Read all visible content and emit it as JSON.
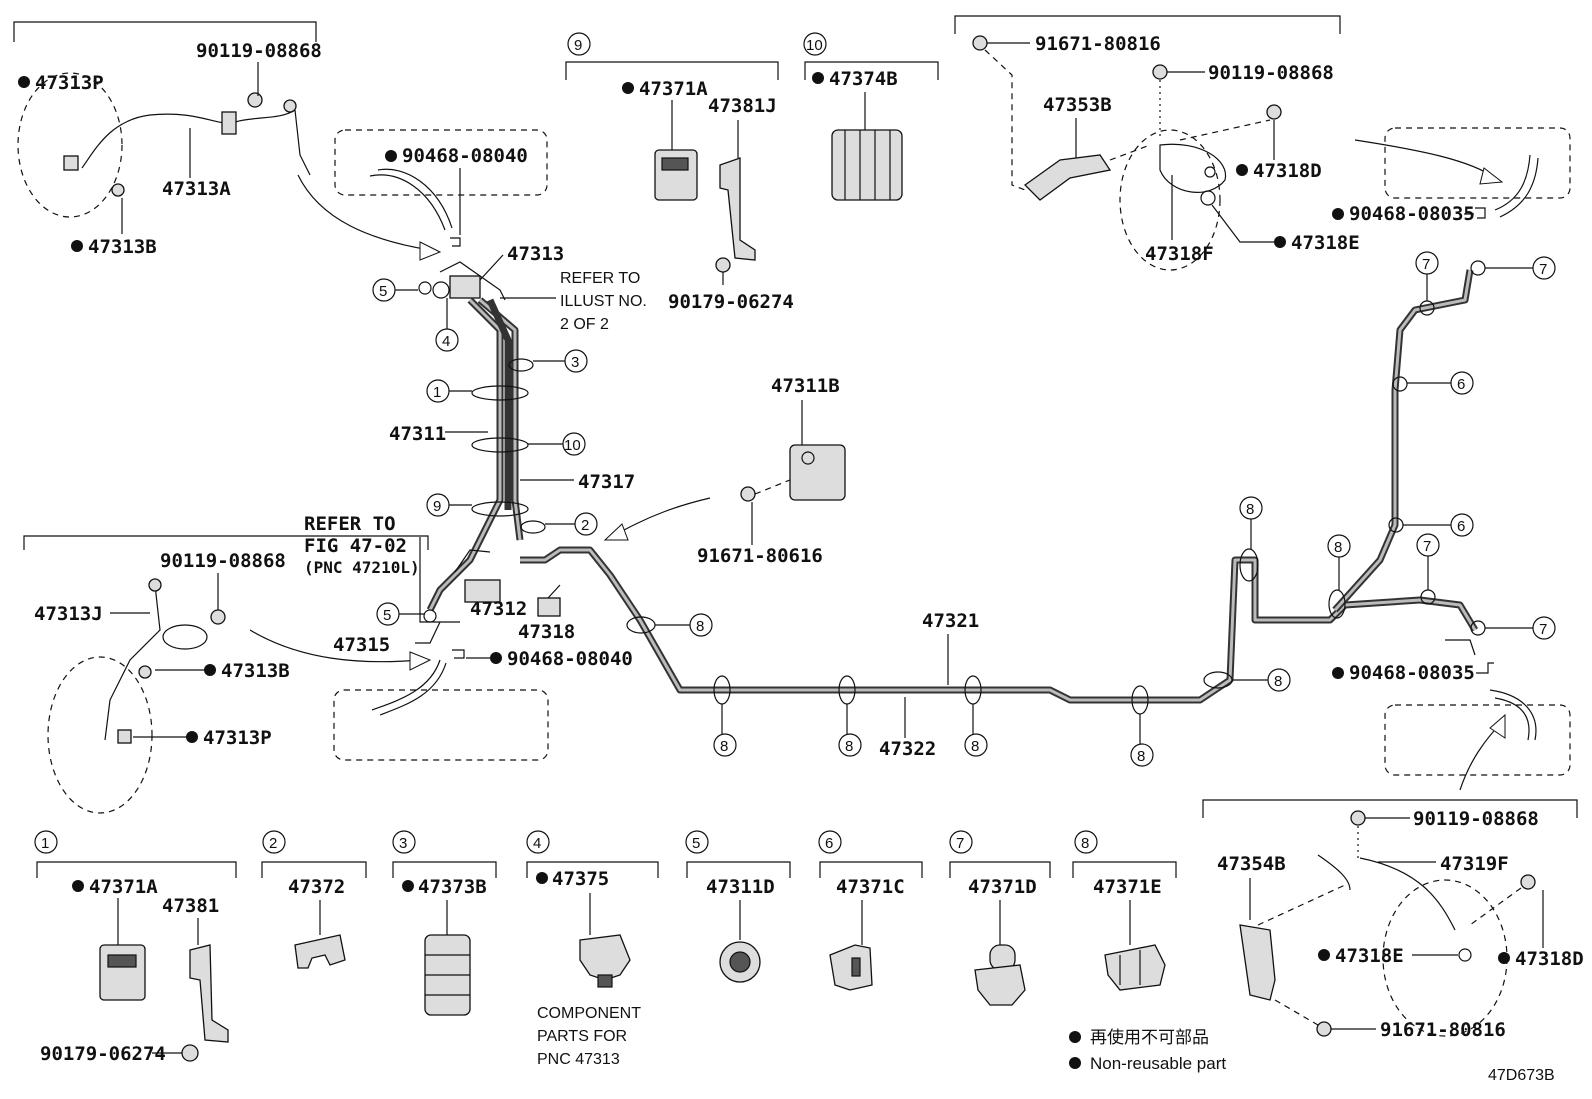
{
  "legend": {
    "line_cn": "再使用不可部品",
    "line_en": "Non-reusable part"
  },
  "figure_code": "47D673B",
  "notes": {
    "refer_illust": [
      "REFER TO",
      "ILLUST NO.",
      "2 OF 2"
    ],
    "refer_fig": [
      "REFER TO",
      "FIG 47-02",
      "(PNC 47210L)"
    ],
    "component": [
      "COMPONENT",
      "PARTS FOR",
      "PNC 47313"
    ]
  },
  "labels": {
    "p47313P_a": "47313P",
    "p90119_a": "90119-08868",
    "p47313A": "47313A",
    "p47313B_a": "47313B",
    "p90468_a": "90468-08040",
    "p47313": "47313",
    "p47311": "47311",
    "p47317": "47317",
    "p47312": "47312",
    "p47318": "47318",
    "p47315": "47315",
    "p90468_b": "90468-08040",
    "p47313J": "47313J",
    "p90119_b": "90119-08868",
    "p47313B_b": "47313B",
    "p47313P_b": "47313P",
    "p47371A_a": "47371A",
    "p47381J": "47381J",
    "p90179_a": "90179-06274",
    "p47374B": "47374B",
    "p47311B": "47311B",
    "p91671_a": "91671-80616",
    "p91671_b": "91671-80816",
    "p90119_c": "90119-08868",
    "p47353B": "47353B",
    "p47318D_a": "47318D",
    "p47318F": "47318F",
    "p47318E_a": "47318E",
    "p90468_c": "90468-08035",
    "p47321": "47321",
    "p47322": "47322",
    "p90468_d": "90468-08035",
    "p90119_d": "90119-08868",
    "p47354B": "47354B",
    "p47319F": "47319F",
    "p47318E_b": "47318E",
    "p47318D_b": "47318D",
    "p91671_c": "91671-80816",
    "k47371A": "47371A",
    "k47381": "47381",
    "k90179": "90179-06274",
    "k47372": "47372",
    "k47373B": "47373B",
    "k47375": "47375",
    "k47311D": "47311D",
    "k47371C": "47371C",
    "k47371D": "47371D",
    "k47371E": "47371E"
  },
  "callouts": {
    "c1": "1",
    "c2": "2",
    "c3": "3",
    "c4": "4",
    "c5": "5",
    "c6": "6",
    "c7": "7",
    "c8": "8",
    "c9": "9",
    "c10": "10"
  }
}
